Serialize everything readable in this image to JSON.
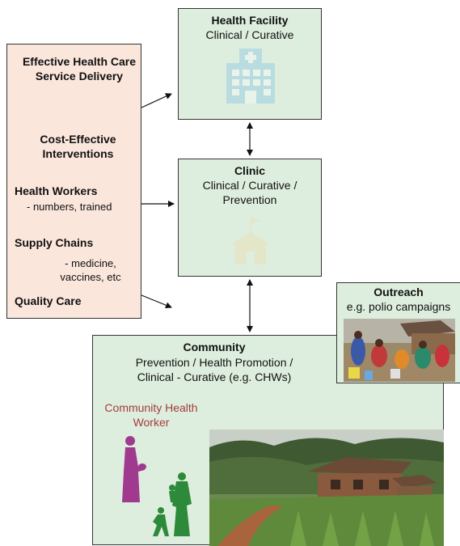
{
  "factors": {
    "effective_delivery": "Effective Health Care Service Delivery",
    "cost_effective": "Cost-Effective Interventions",
    "health_workers": "Health Workers",
    "health_workers_sub": "- numbers, trained",
    "supply_chains": "Supply Chains",
    "supply_chains_sub": "- medicine, vaccines, etc",
    "quality_care": "Quality Care"
  },
  "facility": {
    "title": "Health Facility",
    "subtitle": "Clinical / Curative",
    "icon": "hospital-icon"
  },
  "clinic": {
    "title": "Clinic",
    "subtitle": "Clinical / Curative / Prevention",
    "icon": "house-flag-icon"
  },
  "outreach": {
    "title": "Outreach",
    "subtitle": "e.g. polio campaigns"
  },
  "community": {
    "title": "Community",
    "line1": "Prevention / Health Promotion /",
    "line2": "Clinical - Curative (e.g. CHWs)",
    "chw_label": "Community Health Worker"
  },
  "colors": {
    "green_fill": "#deeede",
    "peach_fill": "#fbe6dc",
    "chw_text": "#a23c3c",
    "chw_figure": "#a03a8e",
    "family_figure": "#2d8a3a"
  }
}
